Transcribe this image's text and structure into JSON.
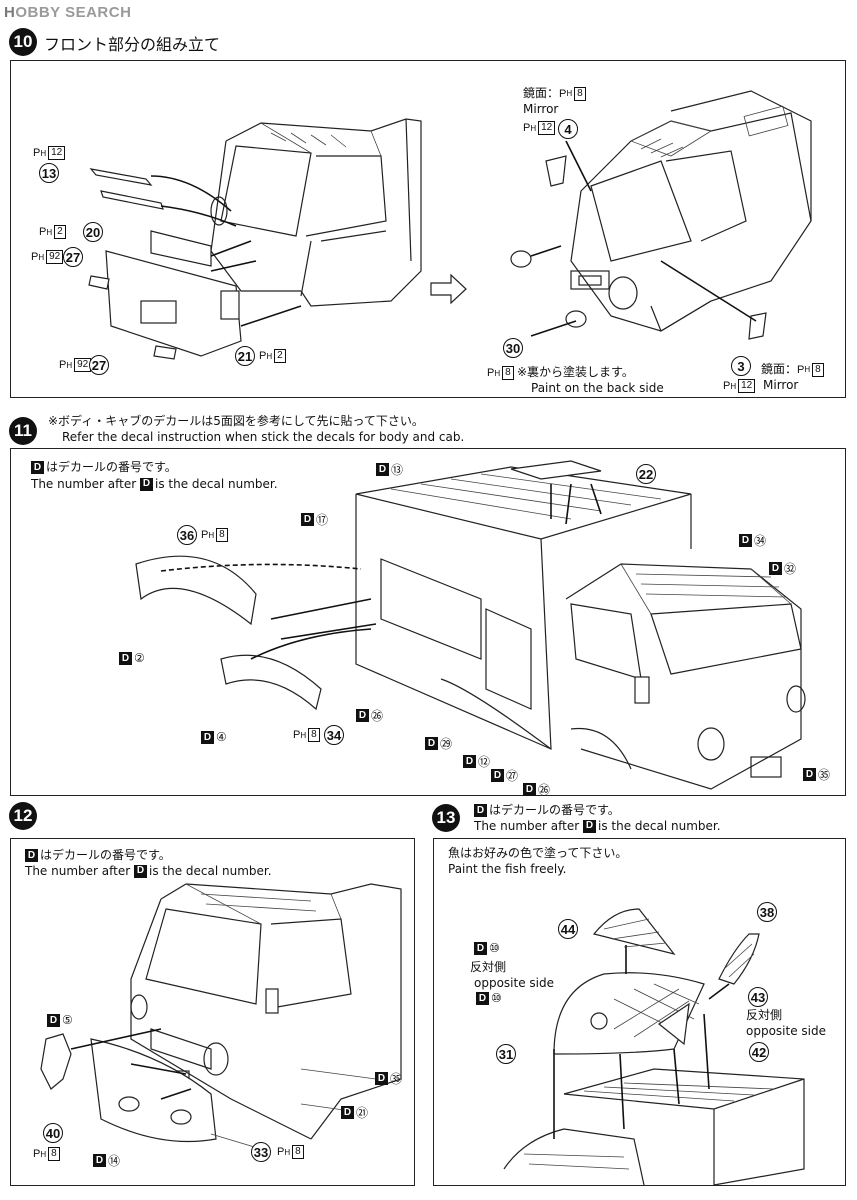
{
  "header": {
    "logo_prefix": "H",
    "logo_rest": "OBBY SEARCH"
  },
  "step10": {
    "number": "10",
    "title": "フロント部分の組み立て",
    "mirror_label_ja": "鏡面：",
    "mirror_label_en": "Mirror",
    "back_paint_ja": "※裏から塗装します。",
    "back_paint_en": "Paint on the back side",
    "parts": [
      {
        "num": "13",
        "ph": "12"
      },
      {
        "num": "20",
        "ph": "2"
      },
      {
        "num": "27",
        "ph": "92"
      },
      {
        "num": "27",
        "ph": "92"
      },
      {
        "num": "21",
        "ph": "2"
      },
      {
        "num": "4",
        "ph": "12"
      },
      {
        "num": "30",
        "ph": "8"
      },
      {
        "num": "3",
        "ph": "12"
      }
    ],
    "mirror_ph_top": "8",
    "mirror_ph_right": "8"
  },
  "step11": {
    "number": "11",
    "note_ja": "※ボディ・キャブのデカールは5面図を参考にして先に貼って下さい。",
    "note_en": "Refer the decal instruction when stick the decals for body and cab.",
    "decal_note_ja": "はデカールの番号です。",
    "decal_note_en_pre": "The number after",
    "decal_note_en_post": "is the decal number.",
    "d_letter": "D",
    "decals": [
      "⑬",
      "⑰",
      "㉞",
      "㉜",
      "②",
      "④",
      "㉖",
      "㉙",
      "⑫",
      "㉗",
      "㉖",
      "㉟"
    ],
    "parts": [
      {
        "num": "22",
        "ph": ""
      },
      {
        "num": "36",
        "ph": "8"
      },
      {
        "num": "34",
        "ph": "8"
      }
    ]
  },
  "step12": {
    "number": "12",
    "decal_note_ja": "はデカールの番号です。",
    "decal_note_en_pre": "The number after",
    "decal_note_en_post": "is the decal number.",
    "decals": [
      "⑤",
      "㉟",
      "㉑",
      "⑭"
    ],
    "parts": [
      {
        "num": "40",
        "ph": "8"
      },
      {
        "num": "33",
        "ph": "8"
      }
    ]
  },
  "step13": {
    "number": "13",
    "decal_note_ja": "はデカールの番号です。",
    "decal_note_en_pre": "The number after",
    "decal_note_en_post": "is the decal number.",
    "fish_ja": "魚はお好みの色で塗って下さい。",
    "fish_en": "Paint the fish freely.",
    "opposite_ja": "反対側",
    "opposite_en": "opposite side",
    "decals": [
      "⑩",
      "⑩"
    ],
    "parts": [
      "44",
      "38",
      "43",
      "42",
      "31"
    ]
  }
}
